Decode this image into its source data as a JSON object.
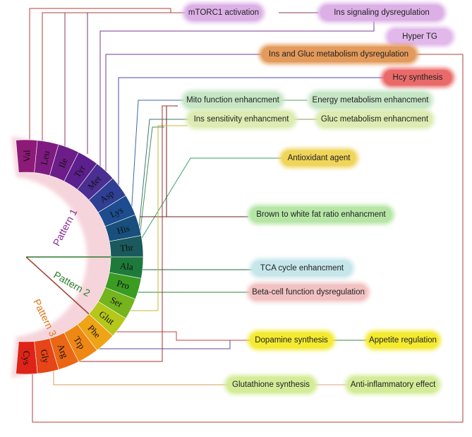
{
  "amino_acids": [
    {
      "abbr": "Val",
      "color": "#8e1a78"
    },
    {
      "abbr": "Leu",
      "color": "#7d1b80"
    },
    {
      "abbr": "Ile",
      "color": "#6c1d87"
    },
    {
      "abbr": "Tyr",
      "color": "#5c1f8e"
    },
    {
      "abbr": "Met",
      "color": "#4a2e92"
    },
    {
      "abbr": "Asp",
      "color": "#2f3f93"
    },
    {
      "abbr": "Lys",
      "color": "#1d4c8f"
    },
    {
      "abbr": "His",
      "color": "#184f7c"
    },
    {
      "abbr": "Thr",
      "color": "#1a5a5c"
    },
    {
      "abbr": "Ala",
      "color": "#1e7a3a"
    },
    {
      "abbr": "Pro",
      "color": "#3a9c22"
    },
    {
      "abbr": "Ser",
      "color": "#74b41c"
    },
    {
      "abbr": "Glut",
      "color": "#b5c719"
    },
    {
      "abbr": "Phe",
      "color": "#efa416"
    },
    {
      "abbr": "Trp",
      "color": "#ee8714"
    },
    {
      "abbr": "Arg",
      "color": "#ea6815"
    },
    {
      "abbr": "Gly",
      "color": "#e64517"
    },
    {
      "abbr": "Cys",
      "color": "#de2418"
    }
  ],
  "patterns": [
    {
      "label": "Pattern 1",
      "color": "#8a2a92"
    },
    {
      "label": "Pattern 2",
      "color": "#2b7a2b"
    },
    {
      "label": "Pattern 3",
      "color": "#e07820"
    }
  ],
  "effects": [
    {
      "id": "mtorc1",
      "label": "mTORC1 activation",
      "color": "#dcb0e6"
    },
    {
      "id": "inssig",
      "label": "Ins signaling dysregulation",
      "color": "#dcb0e6"
    },
    {
      "id": "hypertg",
      "label": "Hyper TG",
      "color": "#e2b8ea"
    },
    {
      "id": "insgluc",
      "label": "Ins and Gluc metabolism dysregulation",
      "color": "#e49a5a"
    },
    {
      "id": "hcy",
      "label": "Hcy synthesis",
      "color": "#ea6a6a"
    },
    {
      "id": "mito",
      "label": "Mito function enhancment",
      "color": "#c6e6c6"
    },
    {
      "id": "energy",
      "label": "Energy metabolism enhancment",
      "color": "#c6e6c6"
    },
    {
      "id": "inssens",
      "label": "Ins sensitivity enhancment",
      "color": "#dcecb2"
    },
    {
      "id": "glucmet",
      "label": "Gluc metabolism enhancment",
      "color": "#dcecb2"
    },
    {
      "id": "antiox",
      "label": "Antioxidant agent",
      "color": "#efd55a"
    },
    {
      "id": "brown",
      "label": "Brown to white fat ratio enhancment",
      "color": "#b6e6a6"
    },
    {
      "id": "tca",
      "label": "TCA cycle enhancment",
      "color": "#c6e6ea"
    },
    {
      "id": "beta",
      "label": "Beta-cell function dysregulation",
      "color": "#f2c2c2"
    },
    {
      "id": "dopa",
      "label": "Dopamine synthesis",
      "color": "#f4ea30"
    },
    {
      "id": "appetite",
      "label": "Appetite regulation",
      "color": "#f4ea30"
    },
    {
      "id": "gluta",
      "label": "Glutathione synthesis",
      "color": "#d4ec98"
    },
    {
      "id": "antiinf",
      "label": "Anti-inflammatory effect",
      "color": "#d4ec98"
    }
  ]
}
